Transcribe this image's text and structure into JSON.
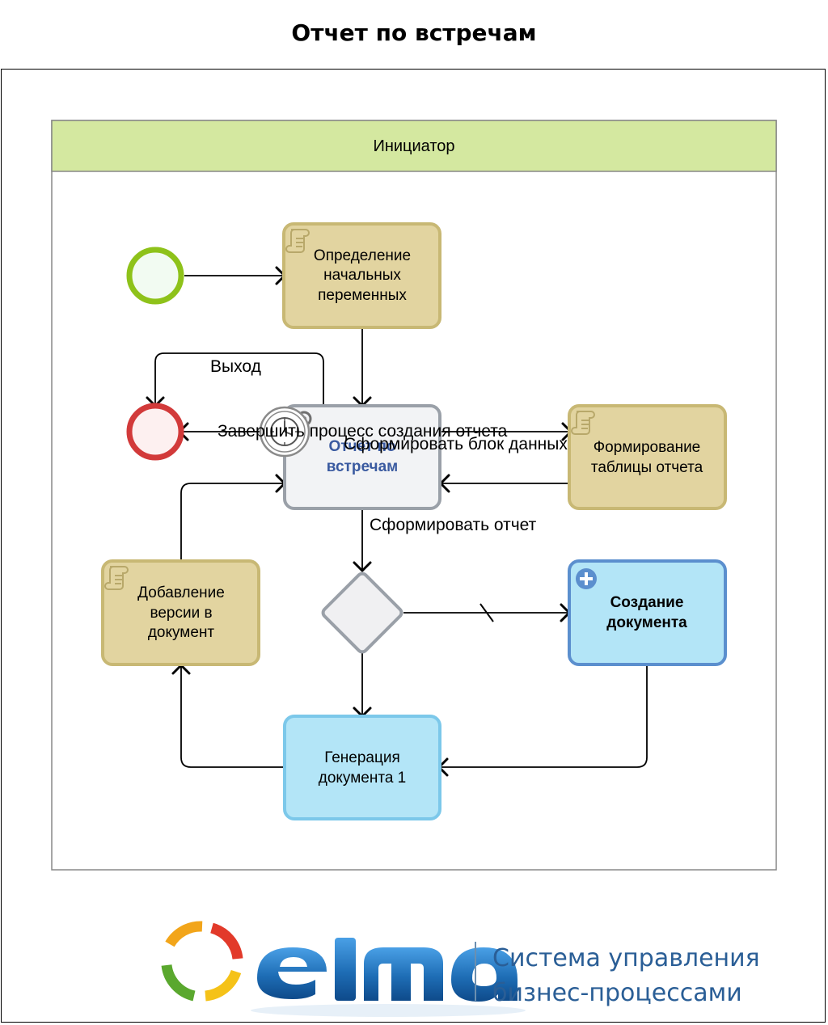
{
  "title": "Отчет по встречам",
  "lane": {
    "name": "Инициатор"
  },
  "tasks": {
    "init_vars": [
      "Определение",
      "начальных",
      "переменных"
    ],
    "report_sub": [
      "Отчет по",
      "встречам"
    ],
    "table_form": [
      "Формирование",
      "таблицы отчета"
    ],
    "add_version": [
      "Добавление",
      "версии в",
      "документ"
    ],
    "create_doc": [
      "Создание",
      "документа"
    ],
    "gen_doc": [
      "Генерация",
      "документа 1"
    ]
  },
  "flows": {
    "exit": "Выход",
    "finish": "Завершить процесс создания отчета",
    "block": "Сформировать блок данных",
    "report": "Сформировать отчет"
  },
  "logo": {
    "brand": "elma",
    "tagline": [
      "Система управления",
      "бизнес-процессами"
    ]
  },
  "colors": {
    "lane_header": "#d4e8a0",
    "script_task_fill": "#e2d4a0",
    "script_task_border": "#c8b874",
    "subprocess_fill": "#f2f3f5",
    "subprocess_border": "#9aa0a8",
    "user_task_fill": "#b3e5f7",
    "user_task_border": "#7cc8ea",
    "start_event": "#8ec21a",
    "end_event": "#d23a3a",
    "brand_blue": "#1e6db5"
  },
  "icons": [
    "scroll-icon",
    "clock-icon",
    "plus-icon",
    "gear-icon"
  ]
}
